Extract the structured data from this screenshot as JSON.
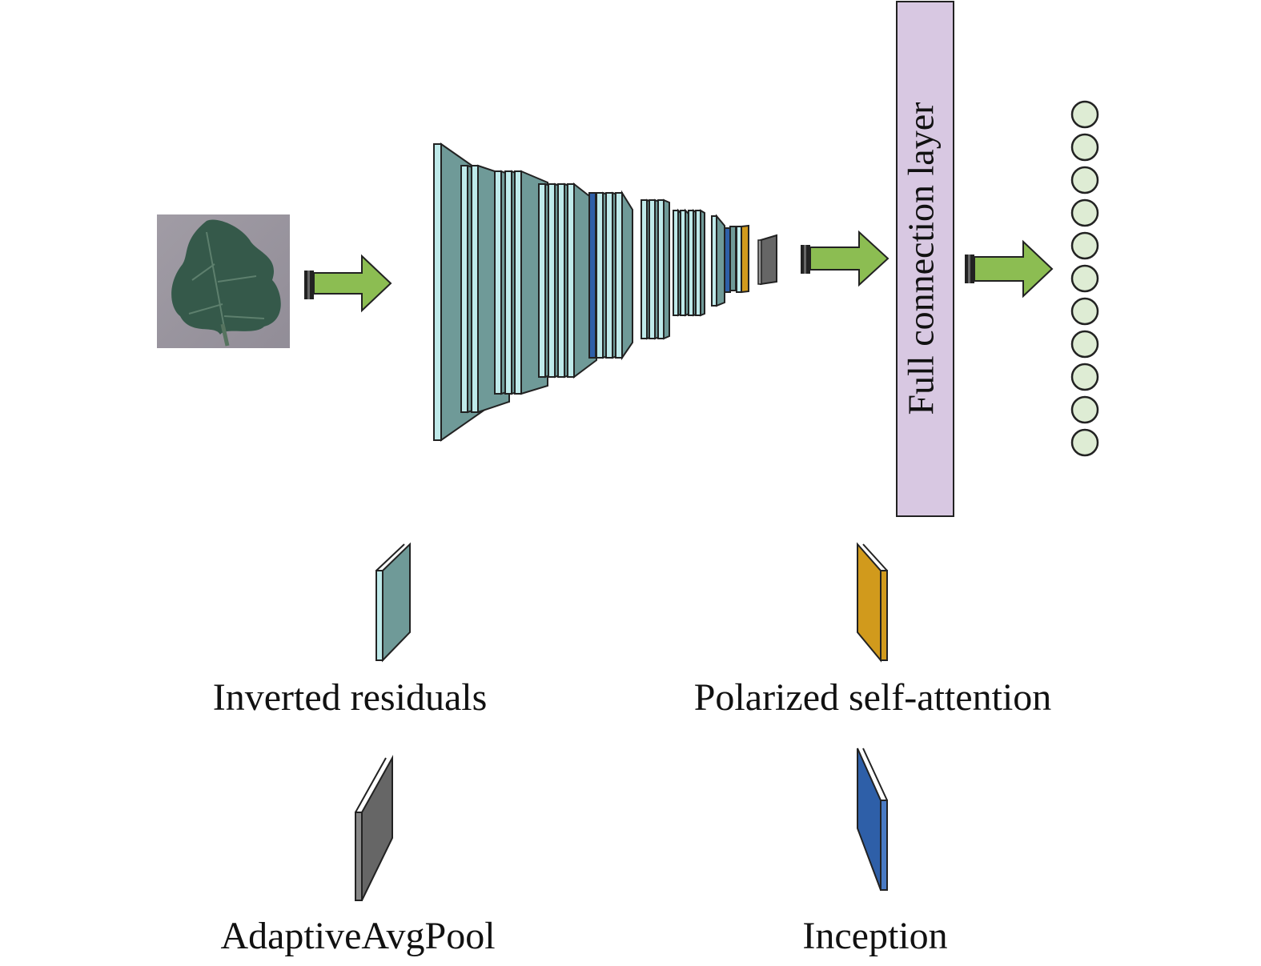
{
  "fc_layer": {
    "label": "Full connection layer"
  },
  "legend": {
    "inverted_residuals": "Inverted residuals",
    "polarized_self_attention": "Polarized self-attention",
    "adaptive_avg_pool": "AdaptiveAvgPool",
    "inception": "Inception"
  },
  "output": {
    "node_count": 11
  },
  "colors": {
    "block_face": "#6f9a98",
    "block_edge": "#bfeaea",
    "inception": "#2e5fa8",
    "attention": "#d19a1c",
    "avgpool": "#666666",
    "fc": "#d8c8e2",
    "arrow": "#8cbd52",
    "node": "#deecd4",
    "outline": "#222222"
  }
}
